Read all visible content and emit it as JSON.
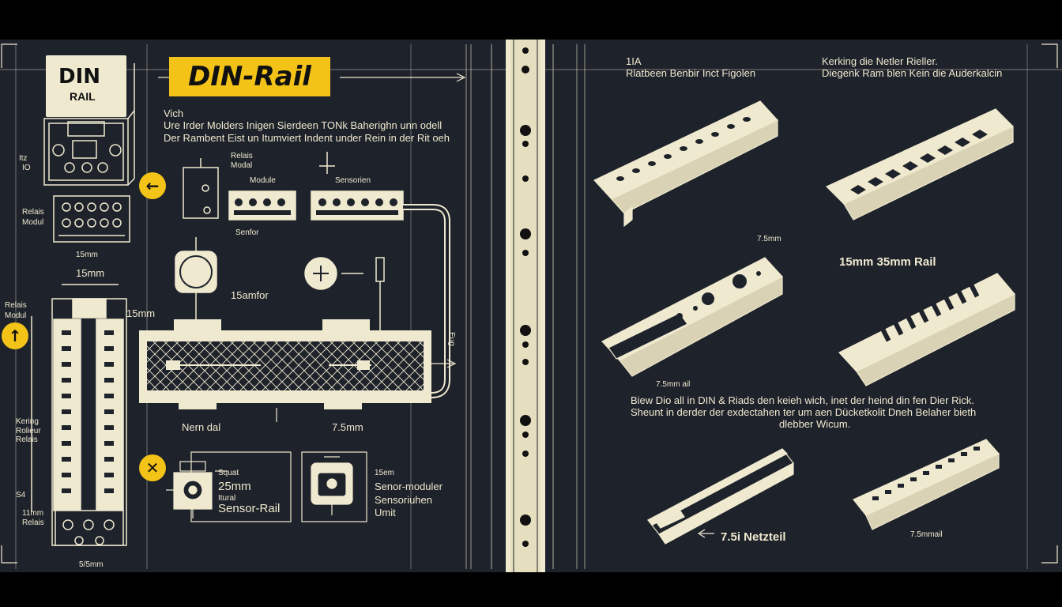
{
  "title": "DIN-Rail",
  "din_box": {
    "line1": "DIN",
    "line2": "RAIL"
  },
  "intro": {
    "line0": "Vich",
    "line1": "Ure Irder Molders Inigen Sierdeen TONk Baherighn unn odell",
    "line2": "Der Rambent Eist un Itumviert Indent under Rein in der Rit oeh"
  },
  "left_labels": {
    "device_top_a": "Itz",
    "device_top_b": "IO",
    "relais_left": "Relais\nModul",
    "mm_under_relay": "15mm",
    "rail_top_dim": "15mm",
    "rail_right_dim": "15mm",
    "relais_modul2": "Relais\nModul",
    "keruing": "Kering\nRolieur\nRelais",
    "s1": "S4",
    "lumm": "11mm\nRelais",
    "bottom_dim": "5/5mm"
  },
  "center_labels": {
    "relais_modul": "Relais\nModal",
    "module": "Module",
    "sensoren": "Sensorien",
    "sensor": "Senfor",
    "sensor2": "15amfor",
    "nem_dal": "Nern dal",
    "dim_75": "7.5mm",
    "side_dim": "Eug"
  },
  "bottom_labels": {
    "squat": "Squat",
    "mm25": "25mm",
    "itural": "Itural",
    "sensor_rail": "Sensor-Rail",
    "b15m": "15em",
    "sensor_moduler": "Senor-moduler",
    "sensoriuhen": "Sensoriuhen",
    "umit": "Umit"
  },
  "right": {
    "head_left_1": "1IA",
    "head_left_2": "Rlatbeen Benbir Inct Figolen",
    "head_right_1": "Kerking die Netler Rieller.",
    "head_right_2": "Diegenk Ram blen Kein die Auderkalcin",
    "dim_75a": "7.5mm",
    "rail_label": "15mm 35mm Rail",
    "dim_75b": "7.5mm ail",
    "para_1": "Biew Dio all in DIN & Riads den keieh wich, inet der heind din fen Dier Rick.",
    "para_2": "Sheunt in derder der exdectahen ter um aen Dücketkolit Dneh Belaher bieth",
    "para_3": "dlebber Wicum.",
    "netzteil": "7.5i Netzteil",
    "dim_75c": "7.5mmail"
  },
  "icons": {
    "left_arrow": "arrow-left-icon",
    "up_arrow": "arrow-up-icon",
    "close": "close-icon"
  },
  "colors": {
    "background": "#1e222b",
    "line": "#efe9cf",
    "accent": "#f3c318"
  }
}
